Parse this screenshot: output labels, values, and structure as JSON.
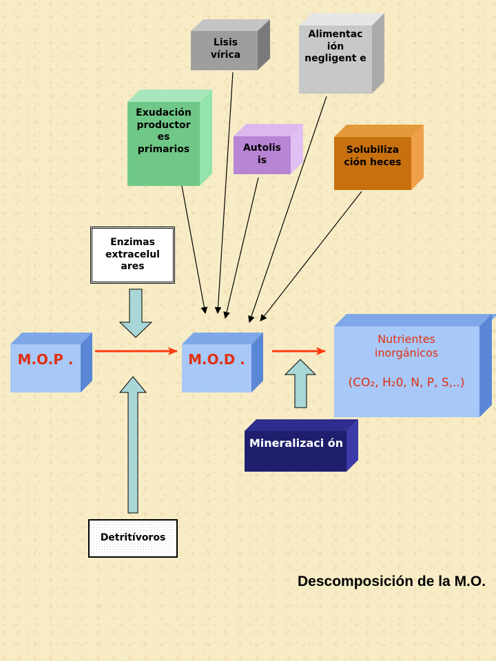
{
  "boxes": {
    "lisis": "Lisis vírica",
    "alimentacion": "Alimentac ión negligent e",
    "exudacion": "Exudación productor es primarios",
    "autolisis": "Autolis is",
    "solubilizacion": "Solubiliza ción heces",
    "enzimas": "Enzimas extracelul ares",
    "mop": "M.O.P .",
    "mod": "M.O.D .",
    "nutrientes_title": "Nutrientes inorgánicos",
    "nutrientes_formula": "(CO₂, H₂0, N, P, S,..)",
    "mineralizacion": "Mineralizaci ón",
    "detritivoros": "Detritívoros"
  },
  "title": "Descomposición de la M.O.",
  "colors": {
    "background": "#f7ecc6",
    "lisis": "#9e9e9e",
    "alimentacion": "#c8c8c8",
    "exudacion": "#7fd69a",
    "autolisis": "#c89ae0",
    "solubilizacion": "#d07a12",
    "blue_box": "#a8c8f8",
    "mineralizacion": "#1f1f6e",
    "red_text": "#e03010",
    "arrow_red": "#ff3b10",
    "arrow_hollow": "#a9d6d6"
  }
}
